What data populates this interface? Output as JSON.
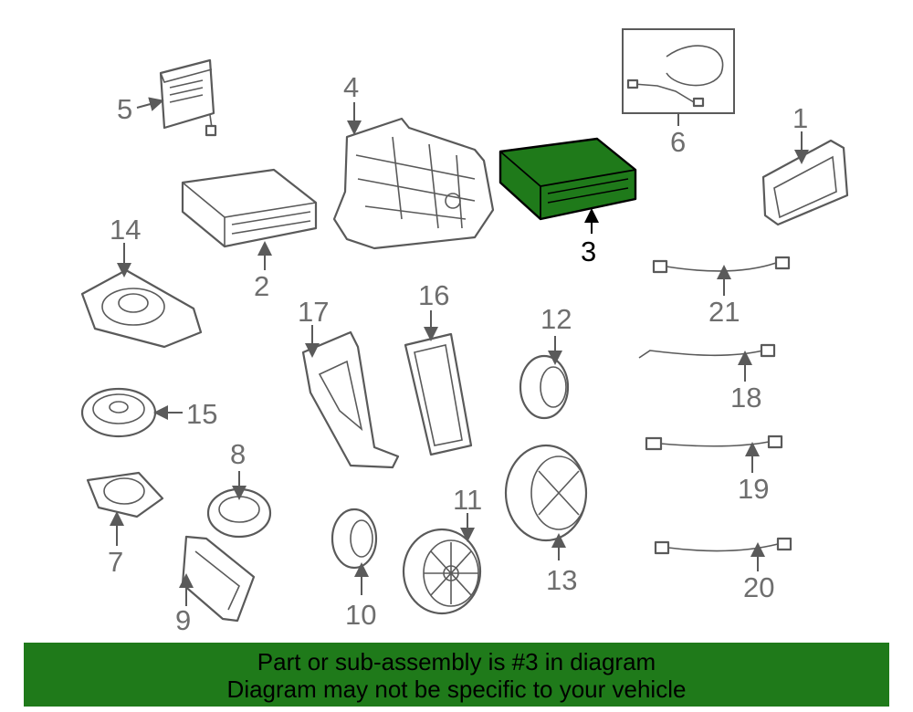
{
  "diagram": {
    "selected_part": "3",
    "highlight_color": "#1f7a1a",
    "callouts": [
      "1",
      "2",
      "3",
      "4",
      "5",
      "6",
      "7",
      "8",
      "9",
      "10",
      "11",
      "12",
      "13",
      "14",
      "15",
      "16",
      "17",
      "18",
      "19",
      "20",
      "21"
    ]
  },
  "banner": {
    "line1": "Part or sub-assembly is #3 in diagram",
    "line2": "Diagram may not be specific to your vehicle",
    "color": "#1f7a1a"
  }
}
